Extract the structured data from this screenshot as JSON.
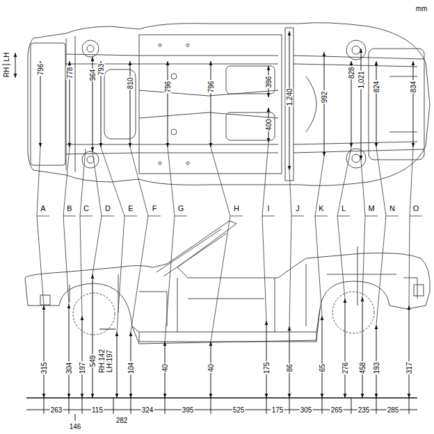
{
  "diagram": {
    "labels": [
      "mm",
      "RH",
      "LH",
      "796",
      "778",
      "964",
      "793",
      "810",
      "796",
      "796",
      "396",
      "400",
      "1,240",
      "992",
      "828",
      "1,021",
      "824",
      "834",
      "A",
      "B",
      "C",
      "D",
      "E",
      "F",
      "G",
      "H",
      "I",
      "J",
      "K",
      "L",
      "M",
      "N",
      "O",
      "315",
      "304",
      "197",
      "549",
      "RH:142 LH:197",
      "104",
      "40",
      "40",
      "175",
      "86",
      "65",
      "276",
      "458",
      "193",
      "317",
      "263",
      "146",
      "115",
      "282",
      "324",
      "395",
      "525",
      "175",
      "305",
      "265",
      "235",
      "285"
    ]
  }
}
